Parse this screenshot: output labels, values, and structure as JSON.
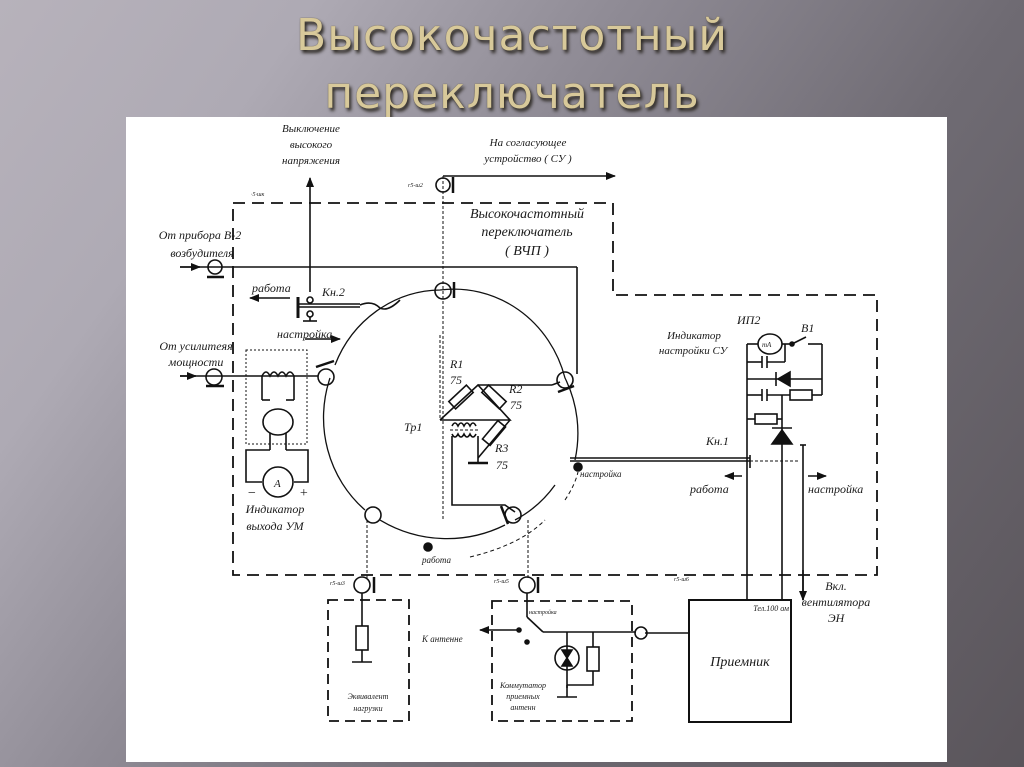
{
  "slide": {
    "title_line1": "Высокочастотный",
    "title_line2": "переключатель"
  },
  "diagram": {
    "block_title": [
      "Высокочастотный",
      "переключатель",
      "( ВЧП )"
    ],
    "labels": {
      "hv_off": [
        "Выключение",
        "высокого",
        "напряжения"
      ],
      "to_matching": [
        "На согласующее",
        "устройство ( СУ )"
      ],
      "from_exciter": [
        "От прибора В-2",
        "возбудителя"
      ],
      "from_amp": [
        "От усилитеяя",
        "мощности"
      ],
      "kn2": "Кн.2",
      "work_left": "работа",
      "tune_left": "настройка",
      "um_indicator": [
        "Индикатор",
        "выхода УМ"
      ],
      "ammeter": "A",
      "minus": "−",
      "plus": "+",
      "r1": [
        "R1",
        "75"
      ],
      "r2": [
        "R2",
        "75"
      ],
      "r3": [
        "R3",
        "75"
      ],
      "tr1": "Тр1",
      "tune_ring": "настройка",
      "work_ring": "работа",
      "ip2": "ИП2",
      "su_indicator": [
        "Индикатор",
        "настройки СУ"
      ],
      "ma": "mA",
      "b1": "В1",
      "kn1": "Кн.1",
      "work_right": "работа",
      "tune_right": "настройка",
      "fan_on": [
        "Вкл.",
        "вентилятора",
        "ЭН"
      ],
      "tel": "Тел.100 ом",
      "receiver": "Приемник",
      "to_antenna": "К антенне",
      "tune_switch": "настройка",
      "load_equiv": [
        "Эквивалент",
        "нагрузки"
      ],
      "antenna_switch": [
        "Коммутатор",
        "приемных",
        "антенн"
      ],
      "conn_sh1": "·5·шк",
      "conn_sh2": "r5-ш2",
      "conn_sh3": "r5-ш3",
      "conn_sh5": "r5-ш5",
      "conn_sh6": "r5-ш6"
    }
  }
}
